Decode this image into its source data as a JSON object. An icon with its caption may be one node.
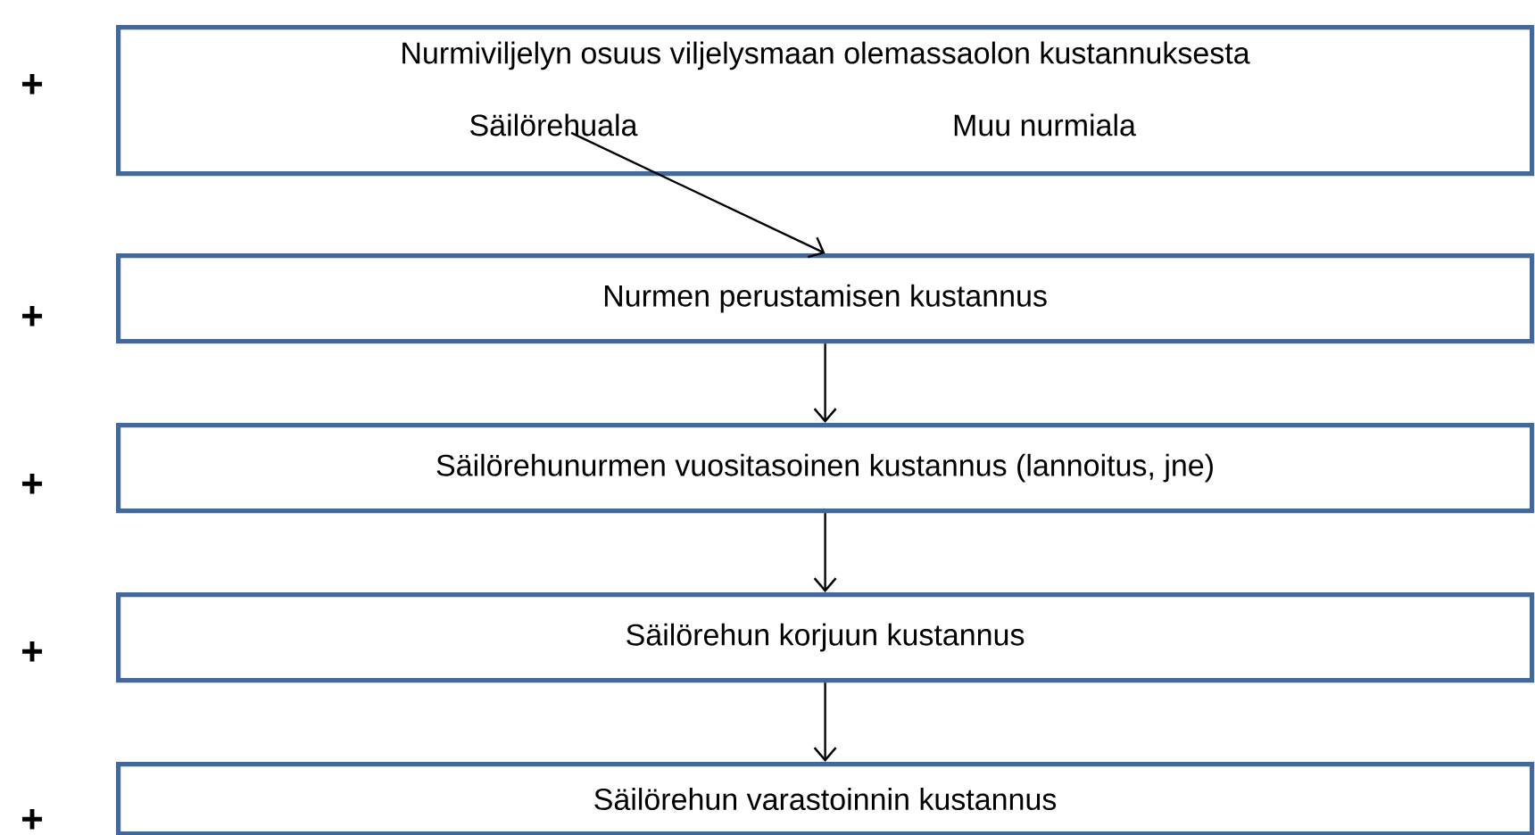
{
  "diagram": {
    "nodes": [
      {
        "text": [
          "Nurmiviljelyn osuus viljelysmaan olemassaolon kustannuksesta"
        ]
      },
      {
        "text": [
          "Säilörehuala"
        ],
        "in": 0
      },
      {
        "text": [
          "Muu nurmiala"
        ],
        "in": 0
      },
      {
        "text": [
          "Nurmen perustamisen kustannus"
        ]
      },
      {
        "text": [
          "Säilörehunurmen vuositasoinen kustannus (lannoitus, jne)"
        ]
      },
      {
        "text": [
          "Säilörehun korjuun kustannus"
        ]
      },
      {
        "text": [
          "Säilörehun varastoinnin kustannus"
        ]
      }
    ],
    "edges": [
      {
        "from": 1,
        "to": 3,
        "arrow": "to"
      },
      {
        "from": 3,
        "to": 4,
        "arrow": "to"
      },
      {
        "from": 4,
        "to": 5,
        "arrow": "to"
      },
      {
        "from": 5,
        "to": 6,
        "arrow": "to"
      }
    ],
    "labels": [
      "+",
      "+",
      "+",
      "+",
      "+"
    ]
  }
}
